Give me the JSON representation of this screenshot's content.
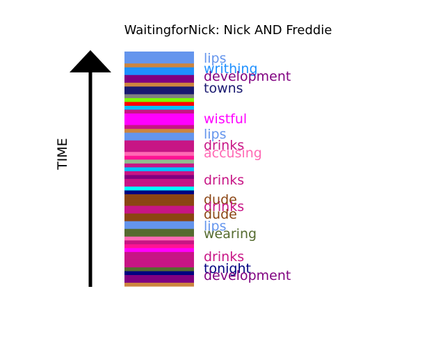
{
  "chart_data": {
    "type": "bar",
    "title": "WaitingforNick: Nick AND Freddie",
    "ylabel": "TIME",
    "xlabel": "",
    "grid": false,
    "legend": "none",
    "stacked_bands": [
      {
        "color": "#CD853F"
      },
      {
        "color": "#800080"
      },
      {
        "color": "#800080"
      },
      {
        "color": "#000080"
      },
      {
        "color": "#556B2F"
      },
      {
        "color": "#C71585"
      },
      {
        "color": "#C71585"
      },
      {
        "color": "#C71585"
      },
      {
        "color": "#C71585"
      },
      {
        "color": "#FF00FF"
      },
      {
        "color": "#FF1493"
      },
      {
        "color": "#C71585"
      },
      {
        "color": "#FF69B4"
      },
      {
        "color": "#556B2F"
      },
      {
        "color": "#556B2F"
      },
      {
        "color": "#6495ED"
      },
      {
        "color": "#6495ED"
      },
      {
        "color": "#8B4513"
      },
      {
        "color": "#8B4513"
      },
      {
        "color": "#C71585"
      },
      {
        "color": "#C71585"
      },
      {
        "color": "#8B4513"
      },
      {
        "color": "#8B4513"
      },
      {
        "color": "#8B4513"
      },
      {
        "color": "#000080"
      },
      {
        "color": "#00FFFF"
      },
      {
        "color": "#C71585"
      },
      {
        "color": "#C71585"
      },
      {
        "color": "#800080"
      },
      {
        "color": "#C71585"
      },
      {
        "color": "#00BFFF"
      },
      {
        "color": "#C71585"
      },
      {
        "color": "#8FBC8F"
      },
      {
        "color": "#FF1493"
      },
      {
        "color": "#FF69B4"
      },
      {
        "color": "#C71585"
      },
      {
        "color": "#C71585"
      },
      {
        "color": "#C71585"
      },
      {
        "color": "#6495ED"
      },
      {
        "color": "#6495ED"
      },
      {
        "color": "#CD853F"
      },
      {
        "color": "#C71585"
      },
      {
        "color": "#FF00FF"
      },
      {
        "color": "#FF00FF"
      },
      {
        "color": "#FF00FF"
      },
      {
        "color": "#C71585"
      },
      {
        "color": "#00BFFF"
      },
      {
        "color": "#FF0000"
      },
      {
        "color": "#7CFC00"
      },
      {
        "color": "#808080"
      },
      {
        "color": "#191970"
      },
      {
        "color": "#191970"
      },
      {
        "color": "#CD853F"
      },
      {
        "color": "#800080"
      },
      {
        "color": "#800080"
      },
      {
        "color": "#1E90FF"
      },
      {
        "color": "#1E90FF"
      },
      {
        "color": "#CD853F"
      },
      {
        "color": "#6495ED"
      },
      {
        "color": "#6495ED"
      },
      {
        "color": "#6495ED"
      }
    ],
    "words": [
      {
        "text": "lips",
        "color": "#6495ED"
      },
      {
        "text": "writhing",
        "color": "#1E90FF"
      },
      {
        "text": "development",
        "color": "#800080"
      },
      {
        "text": "towns",
        "color": "#191970"
      },
      {
        "text": "wistful",
        "color": "#FF00FF"
      },
      {
        "text": "lips",
        "color": "#6495ED"
      },
      {
        "text": "drinks",
        "color": "#C71585"
      },
      {
        "text": "accusing",
        "color": "#FF69B4"
      },
      {
        "text": "drinks",
        "color": "#C71585"
      },
      {
        "text": "dude",
        "color": "#8B4513"
      },
      {
        "text": "drinks",
        "color": "#C71585"
      },
      {
        "text": "dude",
        "color": "#8B4513"
      },
      {
        "text": "lips",
        "color": "#6495ED"
      },
      {
        "text": "wearing",
        "color": "#556B2F"
      },
      {
        "text": "drinks",
        "color": "#C71585"
      },
      {
        "text": "tonight",
        "color": "#000080"
      },
      {
        "text": "development",
        "color": "#800080"
      }
    ],
    "arrow_color": "#000000"
  }
}
